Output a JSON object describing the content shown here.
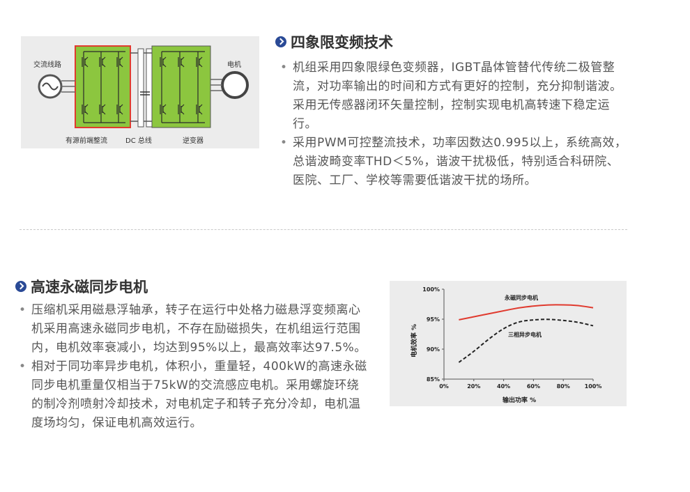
{
  "section1": {
    "title": "四象限变频技术",
    "bullets": [
      "机组采用四象限绿色变频器，IGBT晶体管替代传统二极管整流，对功率输出的时间和方式有更好的控制，充分抑制谐波。采用无传感器闭环矢量控制，控制实现电机高转速下稳定运行。",
      "采用PWM可控整流技术，功率因数达0.995以上，系统高效，总谐波畸变率THD＜5%，谐波干扰极低，特别适合科研院、医院、工厂、学校等需要低谐波干扰的场所。"
    ]
  },
  "diagram": {
    "label_source": "交流线路",
    "label_motor": "电机",
    "label_rectifier": "有源前端整流",
    "label_dcbus": "DC 总线",
    "label_inverter": "逆变器",
    "colors": {
      "green": "#8cc63f",
      "red": "#e03a2e",
      "bg": "#ececec"
    }
  },
  "section2": {
    "title": "高速永磁同步电机",
    "bullets": [
      "压缩机采用磁悬浮轴承，转子在运行中处格力磁悬浮变频离心机采用高速永磁同步电机，不存在励磁损失，在机组运行范围内，电机效率衰减小，均达到95%以上，最高效率达97.5%。",
      "相对于同功率异步电机，体积小，重量轻，400kW的高速永磁同步电机重量仅相当于75kW的交流感应电机。采用螺旋环绕的制冷剂喷射冷却技术，对电机定子和转子充分冷却，电机温度场均匀，保证电机高效运行。"
    ]
  },
  "chart_data": {
    "type": "line",
    "xlabel": "输出功率 %",
    "ylabel": "电机效率 %",
    "x_ticks": [
      "0%",
      "20%",
      "40%",
      "60%",
      "80%",
      "100%"
    ],
    "y_ticks": [
      "85%",
      "90%",
      "95%",
      "100%"
    ],
    "xlim": [
      0,
      100
    ],
    "ylim": [
      85,
      100
    ],
    "series": [
      {
        "name": "永磁同步电机",
        "color": "#e03a2e",
        "style": "solid",
        "x": [
          10,
          20,
          30,
          40,
          50,
          60,
          70,
          80,
          90,
          100
        ],
        "y": [
          94.9,
          95.4,
          95.9,
          96.4,
          96.9,
          97.2,
          97.4,
          97.4,
          97.3,
          96.9
        ]
      },
      {
        "name": "三相异步电机",
        "color": "#222222",
        "style": "dashed",
        "x": [
          10,
          20,
          30,
          40,
          50,
          60,
          70,
          80,
          90,
          100
        ],
        "y": [
          87.8,
          89.6,
          91.7,
          93.5,
          94.6,
          94.9,
          95.0,
          94.8,
          94.5,
          93.9
        ]
      }
    ]
  }
}
